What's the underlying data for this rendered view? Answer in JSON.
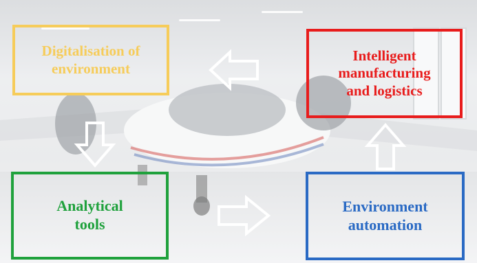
{
  "blocks": {
    "digitalisation": {
      "label": "Digitalisation of\nenvironment",
      "color": "#f6cc5a"
    },
    "intelligent": {
      "label": "Intelligent\nmanufacturing\nand logistics",
      "color": "#e81c1c"
    },
    "analytical": {
      "label": "Analytical\ntools",
      "color": "#1fa13c"
    },
    "automation": {
      "label": "Environment\nautomation",
      "color": "#2a6ac4"
    }
  },
  "flow": [
    {
      "from": "intelligent",
      "to": "digitalisation",
      "direction": "left"
    },
    {
      "from": "digitalisation",
      "to": "analytical",
      "direction": "down"
    },
    {
      "from": "analytical",
      "to": "automation",
      "direction": "right"
    },
    {
      "from": "automation",
      "to": "intelligent",
      "direction": "up"
    }
  ],
  "background": {
    "scene": "aircraft-in-hangar-photo"
  }
}
